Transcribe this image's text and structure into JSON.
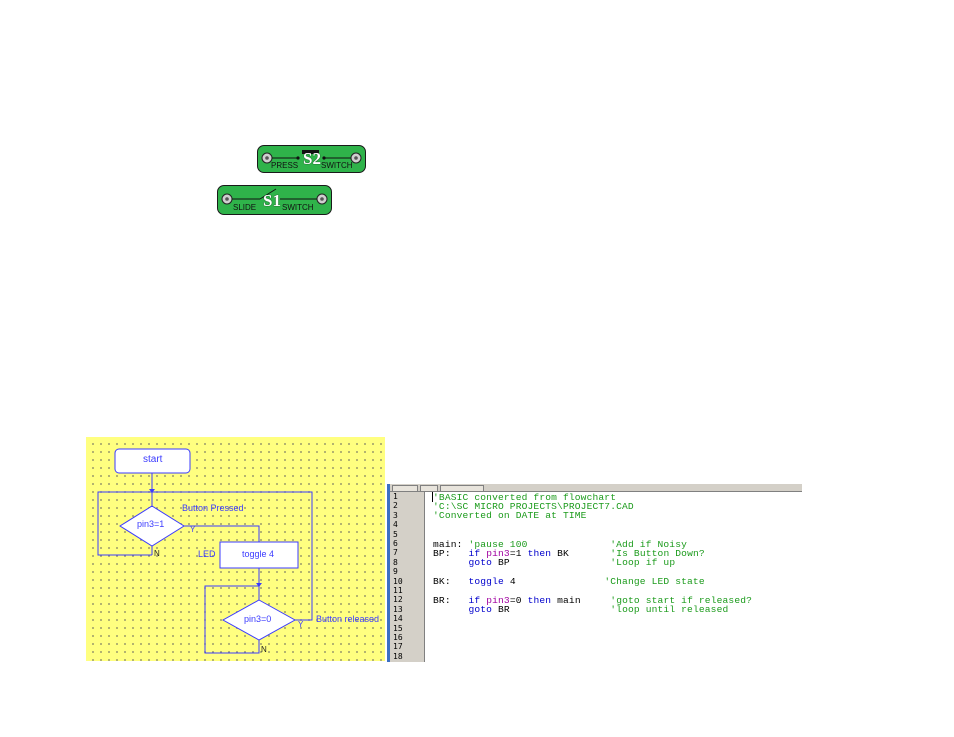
{
  "switches": [
    {
      "code": "S2",
      "left_label": "PRESS",
      "right_label": "SWITCH"
    },
    {
      "code": "S1",
      "left_label": "SLIDE",
      "right_label": "SWITCH"
    }
  ],
  "flowchart": {
    "start": "start",
    "decision1": "pin3=1",
    "decision1_label": "Button Pressed",
    "decision1_yes": "Y",
    "decision1_no": "N",
    "led_label": "LED",
    "process": "toggle 4",
    "decision2": "pin3=0",
    "decision2_label": "Button released",
    "decision2_yes": "Y",
    "decision2_no": "N"
  },
  "editor": {
    "line_numbers": [
      "1",
      "2",
      "3",
      "4",
      "5",
      "6",
      "7",
      "8",
      "9",
      "10",
      "11",
      "12",
      "13",
      "14",
      "15",
      "16",
      "17",
      "18"
    ],
    "lines": [
      {
        "n": 1,
        "segs": [
          {
            "c": "c",
            "t": "'BASIC converted from flowchart"
          }
        ]
      },
      {
        "n": 2,
        "segs": [
          {
            "c": "c",
            "t": "'C:\\SC MICRO PROJECTS\\PROJECT7.CAD"
          }
        ]
      },
      {
        "n": 3,
        "segs": [
          {
            "c": "c",
            "t": "'Converted on DATE at TIME"
          }
        ]
      },
      {
        "n": 6,
        "segs": [
          {
            "c": "t",
            "t": "main: "
          },
          {
            "c": "c",
            "t": "'pause 100              'Add if Noisy"
          }
        ]
      },
      {
        "n": 7,
        "segs": [
          {
            "c": "t",
            "t": "BP:   "
          },
          {
            "c": "k",
            "t": "if "
          },
          {
            "c": "p",
            "t": "pin3"
          },
          {
            "c": "t",
            "t": "=1 "
          },
          {
            "c": "k",
            "t": "then "
          },
          {
            "c": "t",
            "t": "BK       "
          },
          {
            "c": "c",
            "t": "'Is Button Down?"
          }
        ]
      },
      {
        "n": 8,
        "segs": [
          {
            "c": "t",
            "t": "      "
          },
          {
            "c": "k",
            "t": "goto "
          },
          {
            "c": "t",
            "t": "BP                 "
          },
          {
            "c": "c",
            "t": "'Loop if up"
          }
        ]
      },
      {
        "n": 10,
        "segs": [
          {
            "c": "t",
            "t": "BK:   "
          },
          {
            "c": "k",
            "t": "toggle "
          },
          {
            "c": "t",
            "t": "4               "
          },
          {
            "c": "c",
            "t": "'Change LED state"
          }
        ]
      },
      {
        "n": 12,
        "segs": [
          {
            "c": "t",
            "t": "BR:   "
          },
          {
            "c": "k",
            "t": "if "
          },
          {
            "c": "p",
            "t": "pin3"
          },
          {
            "c": "t",
            "t": "=0 "
          },
          {
            "c": "k",
            "t": "then "
          },
          {
            "c": "t",
            "t": "main     "
          },
          {
            "c": "c",
            "t": "'goto start if released?"
          }
        ]
      },
      {
        "n": 13,
        "segs": [
          {
            "c": "t",
            "t": "      "
          },
          {
            "c": "k",
            "t": "goto "
          },
          {
            "c": "t",
            "t": "BR                 "
          },
          {
            "c": "c",
            "t": "'loop until released"
          }
        ]
      }
    ]
  }
}
